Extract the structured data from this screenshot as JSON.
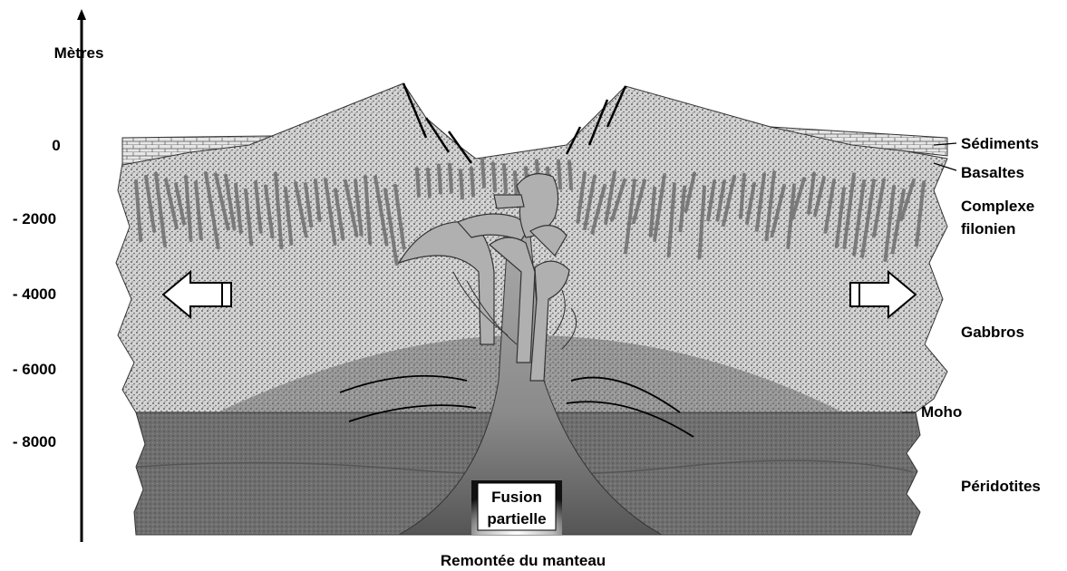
{
  "axis": {
    "unit_label": "Mètres",
    "ticks": [
      "0",
      "- 2000",
      "- 4000",
      "- 6000",
      "- 8000"
    ]
  },
  "layers": {
    "sediments": "Sédiments",
    "basalts": "Basaltes",
    "dyke_complex_line1": "Complexe",
    "dyke_complex_line2": "filonien",
    "gabbros": "Gabbros",
    "moho": "Moho",
    "peridotites": "Péridotites"
  },
  "labels": {
    "partial_melting_line1": "Fusion",
    "partial_melting_line2": "partielle",
    "mantle_upwelling": "Remontée du manteau"
  },
  "colors": {
    "crust": "#c8c8c8",
    "dykes": "#7a7a7a",
    "mantle": "#6f6f6f",
    "melt": "#9c9c9c",
    "melt_core": "#2a2a2a"
  }
}
